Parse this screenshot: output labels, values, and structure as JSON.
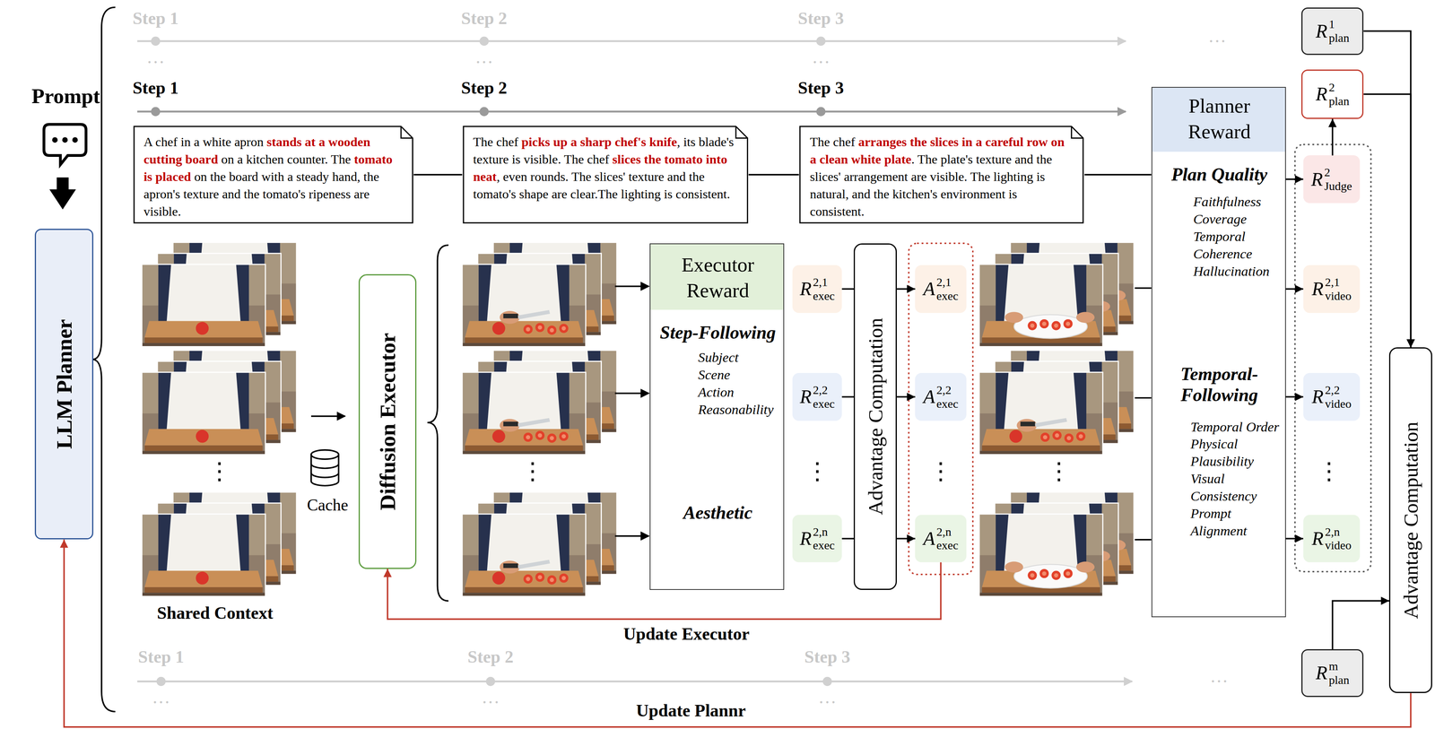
{
  "diagram": {
    "nodes": [
      {
        "text": [
          "LLM Planner"
        ]
      },
      {
        "text": [
          "A chef in a white apron",
          "stands at a wooden cutting board",
          "on a kitchen counter. The",
          "tomato is placed",
          "on the board with a steady hand, the apron's texture and the tomato's ripeness are visible."
        ]
      },
      {
        "text": [
          "The chef",
          "picks up a sharp chef's knife",
          ", its blade's texture is visible. The chef",
          "slices the tomato into neat",
          ", even rounds. The slices' texture and the tomato's shape are clear.The lighting is consistent."
        ]
      },
      {
        "text": [
          "The chef",
          "arranges the slices in a careful row on a clean white plate",
          ". The plate's texture and the slices' arrangement are visible. The lighting is natural, and the kitchen's environment is consistent."
        ]
      },
      {
        "text": [
          "Diffusion Executor"
        ]
      },
      {
        "text": [
          "Executor Reward",
          "Step-Following",
          "Subject",
          "Scene",
          "Action",
          "Reasonability",
          "Aesthetic"
        ]
      },
      {
        "text": [
          "R",
          "2,1",
          "exec"
        ]
      },
      {
        "text": [
          "R",
          "2,2",
          "exec"
        ]
      },
      {
        "text": [
          "R",
          "2,n",
          "exec"
        ]
      },
      {
        "text": [
          "Advantage Computation"
        ]
      },
      {
        "text": [
          "A",
          "2,1",
          "exec"
        ]
      },
      {
        "text": [
          "A",
          "2,2",
          "exec"
        ]
      },
      {
        "text": [
          "A",
          "2,n",
          "exec"
        ]
      },
      {
        "text": [
          "Planner Reward",
          "Plan Quality",
          "Faithfulness",
          "Coverage",
          "Temporal Coherence",
          "Hallucination",
          "Temporal-Following",
          "Temporal Order",
          "Physical Plausibility",
          "Visual Consistency",
          "Prompt Alignment"
        ]
      },
      {
        "text": [
          "R",
          "1",
          "plan"
        ]
      },
      {
        "text": [
          "R",
          "2",
          "plan"
        ]
      },
      {
        "text": [
          "R",
          "2",
          "Judge"
        ]
      },
      {
        "text": [
          "R",
          "2,1",
          "video"
        ]
      },
      {
        "text": [
          "R",
          "2,2",
          "video"
        ]
      },
      {
        "text": [
          "R",
          "2,n",
          "video"
        ]
      },
      {
        "text": [
          "Advantage Computation"
        ]
      },
      {
        "text": [
          "R",
          "m",
          "plan"
        ]
      }
    ],
    "edges": [
      {
        "from": 1,
        "to": 2,
        "arrow": "none"
      },
      {
        "from": 2,
        "to": 3,
        "arrow": "none"
      },
      {
        "from": 3,
        "to": 13,
        "arrow": "none"
      },
      {
        "from": 6,
        "to": 9,
        "arrow": "none"
      },
      {
        "from": 7,
        "to": 9,
        "arrow": "none"
      },
      {
        "from": 8,
        "to": 9,
        "arrow": "none"
      },
      {
        "from": 9,
        "to": 10,
        "arrow": "to"
      },
      {
        "from": 9,
        "to": 11,
        "arrow": "to"
      },
      {
        "from": 9,
        "to": 12,
        "arrow": "to"
      },
      {
        "from": 12,
        "to": 4,
        "label": "Update Executor",
        "arrow": "to"
      },
      {
        "from": 13,
        "to": 16,
        "arrow": "to"
      },
      {
        "from": 13,
        "to": 17,
        "arrow": "to"
      },
      {
        "from": 13,
        "to": 18,
        "arrow": "to"
      },
      {
        "from": 13,
        "to": 19,
        "arrow": "to"
      },
      {
        "from": 16,
        "to": 15,
        "arrow": "to"
      },
      {
        "from": 14,
        "to": 20,
        "arrow": "to"
      },
      {
        "from": 15,
        "to": 20,
        "arrow": "to"
      },
      {
        "from": 21,
        "to": 20,
        "arrow": "to"
      },
      {
        "from": 20,
        "to": 0,
        "label": "Update Plannr",
        "arrow": "to"
      }
    ],
    "labels": [
      "Prompt",
      "Step 1",
      "Step 2",
      "Step 3",
      "···",
      "···",
      "···",
      "···",
      "Step 1",
      "Step 2",
      "Step 3",
      "⋮",
      "Shared Context",
      "Cache",
      "⋮",
      "⋮",
      "⋮",
      "⋮",
      "⋮",
      "Step 1",
      "Step 2",
      "Step 3",
      "···",
      "···",
      "···",
      "···"
    ]
  }
}
